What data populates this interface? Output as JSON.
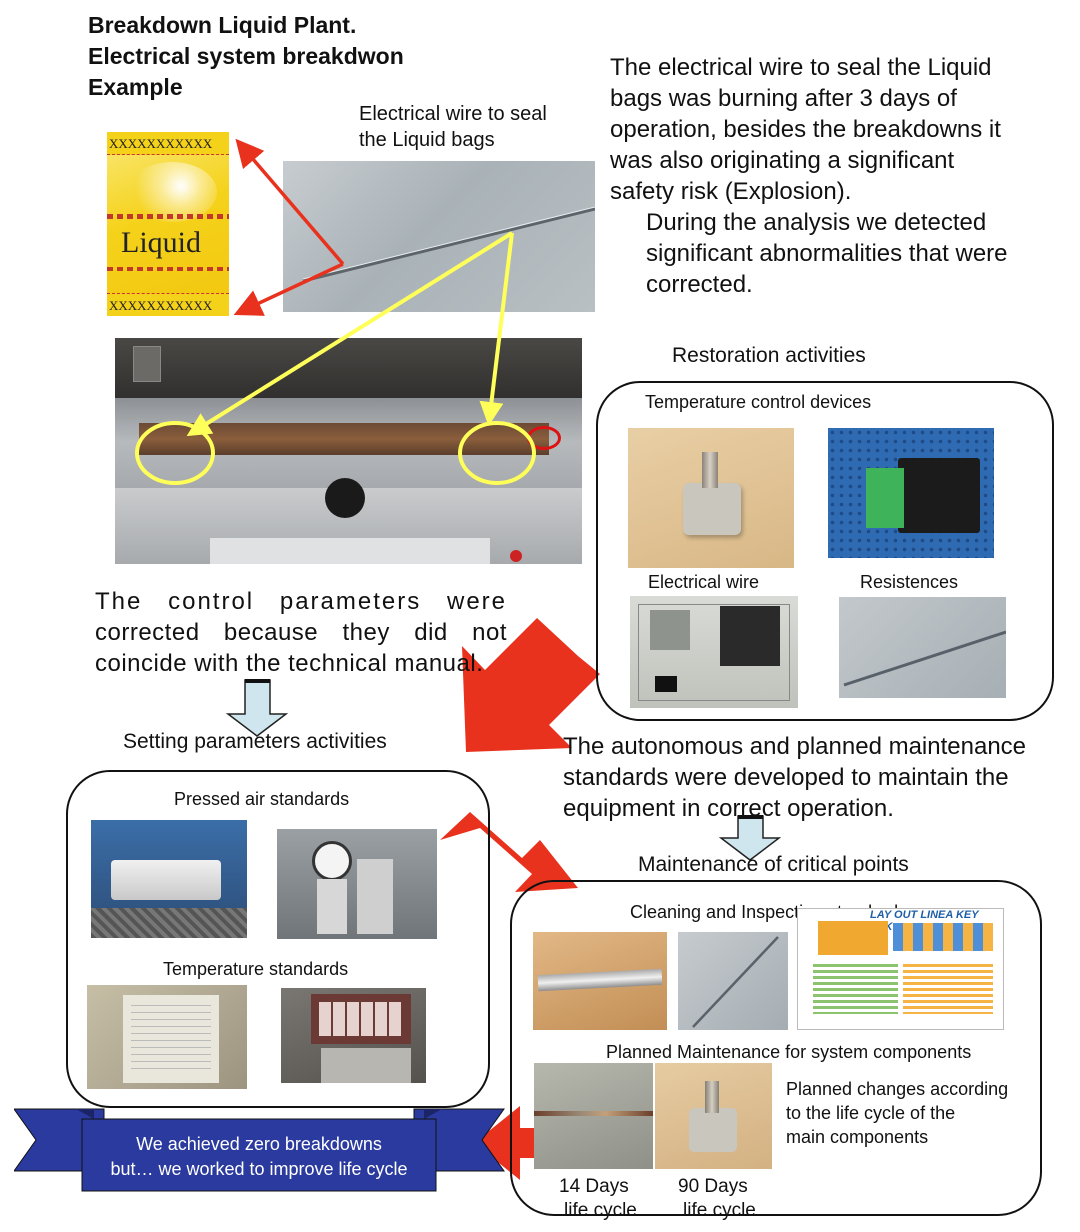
{
  "title": {
    "line1": "Breakdown  Liquid Plant.",
    "line2": "Electrical system breakdwon",
    "line3": "Example"
  },
  "bag": {
    "top_text": "XXXXXXXXXXX",
    "label": "Liquid",
    "bottom_text": "XXXXXXXXXXX"
  },
  "wire_caption": {
    "line1": "Electrical wire to seal",
    "line2": "the Liquid bags"
  },
  "description": {
    "p1_lines": [
      "The electrical wire to seal the Liquid",
      "bags was burning after 3 days of",
      "operation, besides the breakdowns it",
      "was also originating a significant",
      "safety risk (Explosion)."
    ],
    "p2_lines": [
      "During the analysis we detected",
      "significant abnormalities that were",
      "corrected."
    ]
  },
  "restoration": {
    "title": "Restoration activities",
    "subtitle": "Temperature control devices",
    "labels": [
      "Electrical wire",
      "Resistences"
    ]
  },
  "control_params": {
    "lines": [
      "The control parameters were",
      "corrected because they did not",
      "coincide with the technical manual."
    ]
  },
  "setting": {
    "title": "Setting parameters activities",
    "pressed_air": "Pressed air standards",
    "temperature": "Temperature standards"
  },
  "standards_text": {
    "lines": [
      "The autonomous and planned maintenance",
      "standards were developed to maintain the",
      "equipment in correct operation."
    ]
  },
  "maintenance": {
    "title": "Maintenance of critical points",
    "cleaning": "Cleaning and Inspection standards",
    "chart_header": "LAY OUT LINEA KEY PAK",
    "planned": "Planned Maintenance for system components",
    "note_lines": [
      "Planned changes according",
      "to  the life cycle of the",
      "main components"
    ],
    "cycle1": {
      "days": "14 Days",
      "label": "life cycle"
    },
    "cycle2": {
      "days": "90 Days",
      "label": "life cycle"
    }
  },
  "banner": {
    "line1": "We achieved zero breakdowns",
    "line2": "but… we worked to improve life cycle"
  },
  "colors": {
    "red_arrow": "#e8321e",
    "yellow_arrow": "#ffff5a",
    "bag_yellow": "#f5d21a",
    "banner_blue": "#2a3a9e",
    "down_arrow_fill": "#cfe6ee"
  }
}
